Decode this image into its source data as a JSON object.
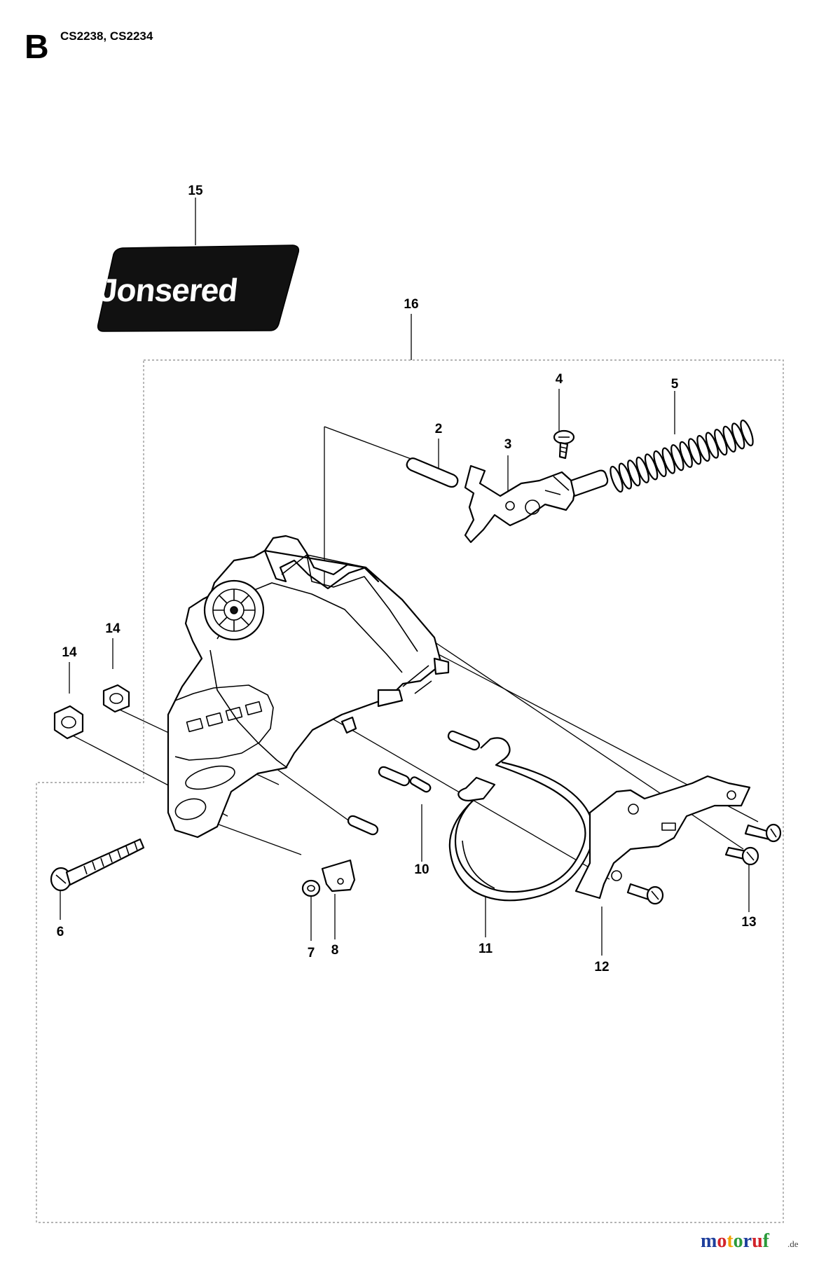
{
  "header": {
    "section_letter": "B",
    "models": "CS2238, CS2234"
  },
  "decal": {
    "brand_text": ".Jonsered"
  },
  "callouts": {
    "p2": "2",
    "p3": "3",
    "p4": "4",
    "p5": "5",
    "p6": "6",
    "p7": "7",
    "p8": "8",
    "p10": "10",
    "p11": "11",
    "p12": "12",
    "p13": "13",
    "p14a": "14",
    "p14b": "14",
    "p15": "15",
    "p16": "16"
  },
  "watermark": {
    "brand": "motoruf",
    "suffix": ".de",
    "colors": [
      "#1e3f9c",
      "#d2232a",
      "#f2a100",
      "#2a9a3a",
      "#1e3f9c",
      "#d2232a",
      "#2a9a3a"
    ]
  }
}
